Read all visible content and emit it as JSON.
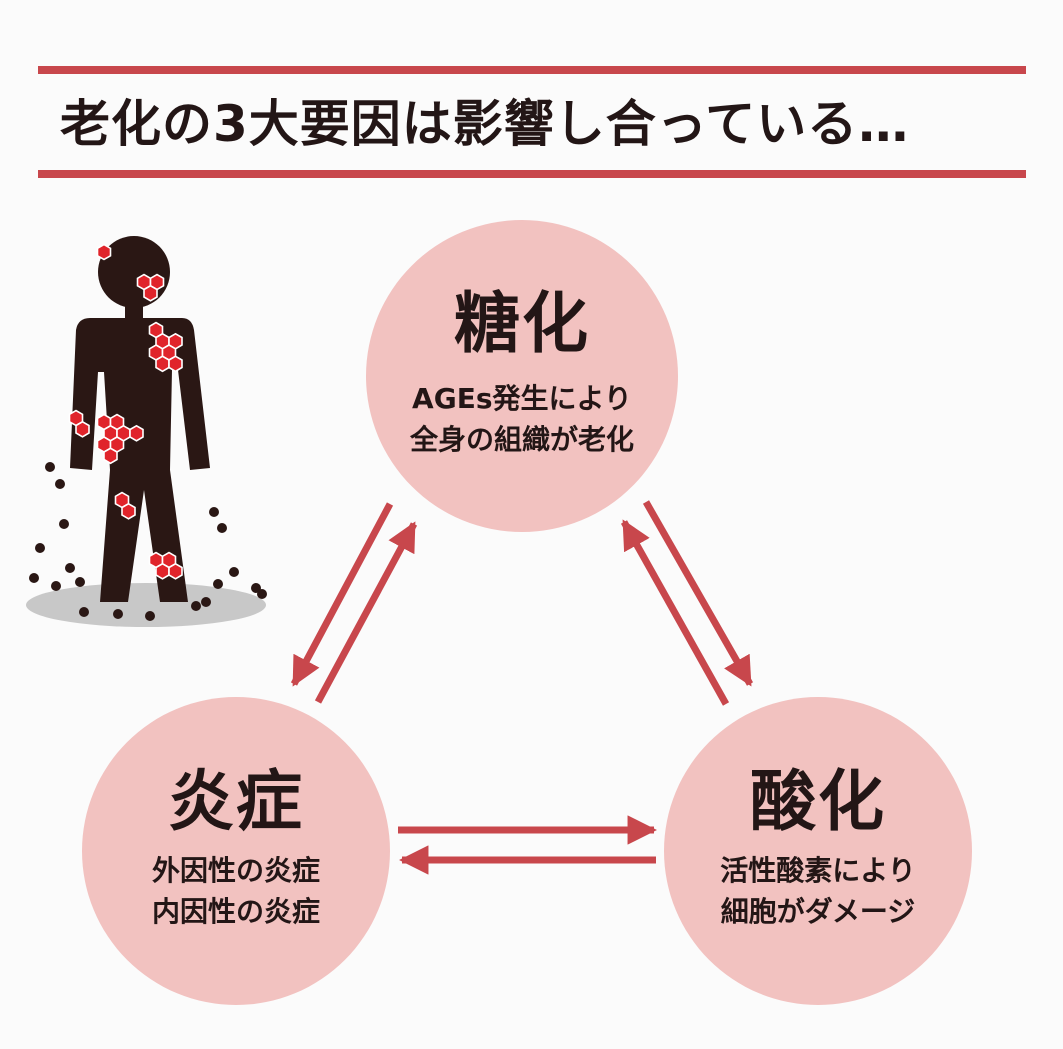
{
  "headline": "老化の3大要因は影響し合っている…",
  "nodes": {
    "glycation": {
      "title": "糖化",
      "lines": [
        "AGEs発生により",
        "全身の組織が老化"
      ]
    },
    "inflammation": {
      "title": "炎症",
      "lines": [
        "外因性の炎症",
        "内因性の炎症"
      ]
    },
    "oxidation": {
      "title": "酸化",
      "lines": [
        "活性酸素により",
        "細胞がダメージ"
      ]
    }
  },
  "illustration": {
    "icon": "human-figure-aging-icon"
  },
  "colors": {
    "accent": "#c8474c",
    "node_fill": "#f2c2c0",
    "text": "#231616",
    "figure": "#2a1714",
    "hex_spots": "#e0242b"
  }
}
